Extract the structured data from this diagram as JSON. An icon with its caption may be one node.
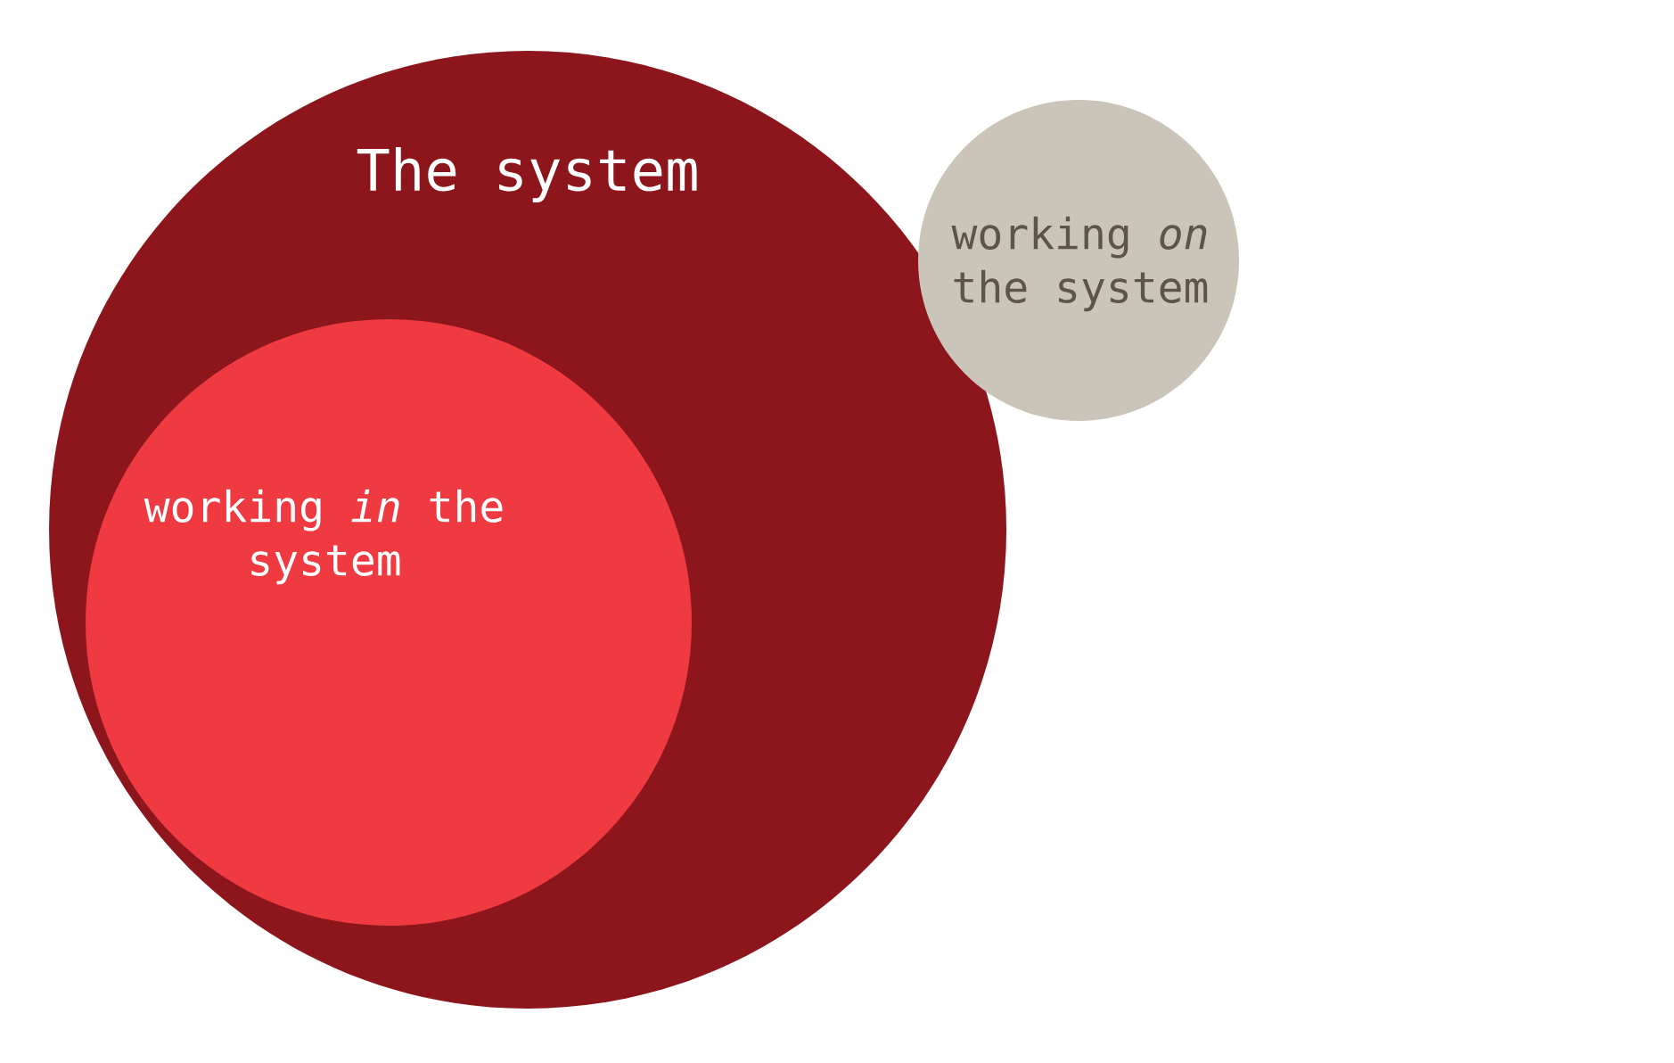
{
  "diagram": {
    "nodes": [
      {
        "text": [
          "The system"
        ]
      },
      {
        "text": [
          "working *in* the system"
        ],
        "in": 0
      },
      {
        "text": [
          "working *on* the system"
        ]
      }
    ]
  }
}
